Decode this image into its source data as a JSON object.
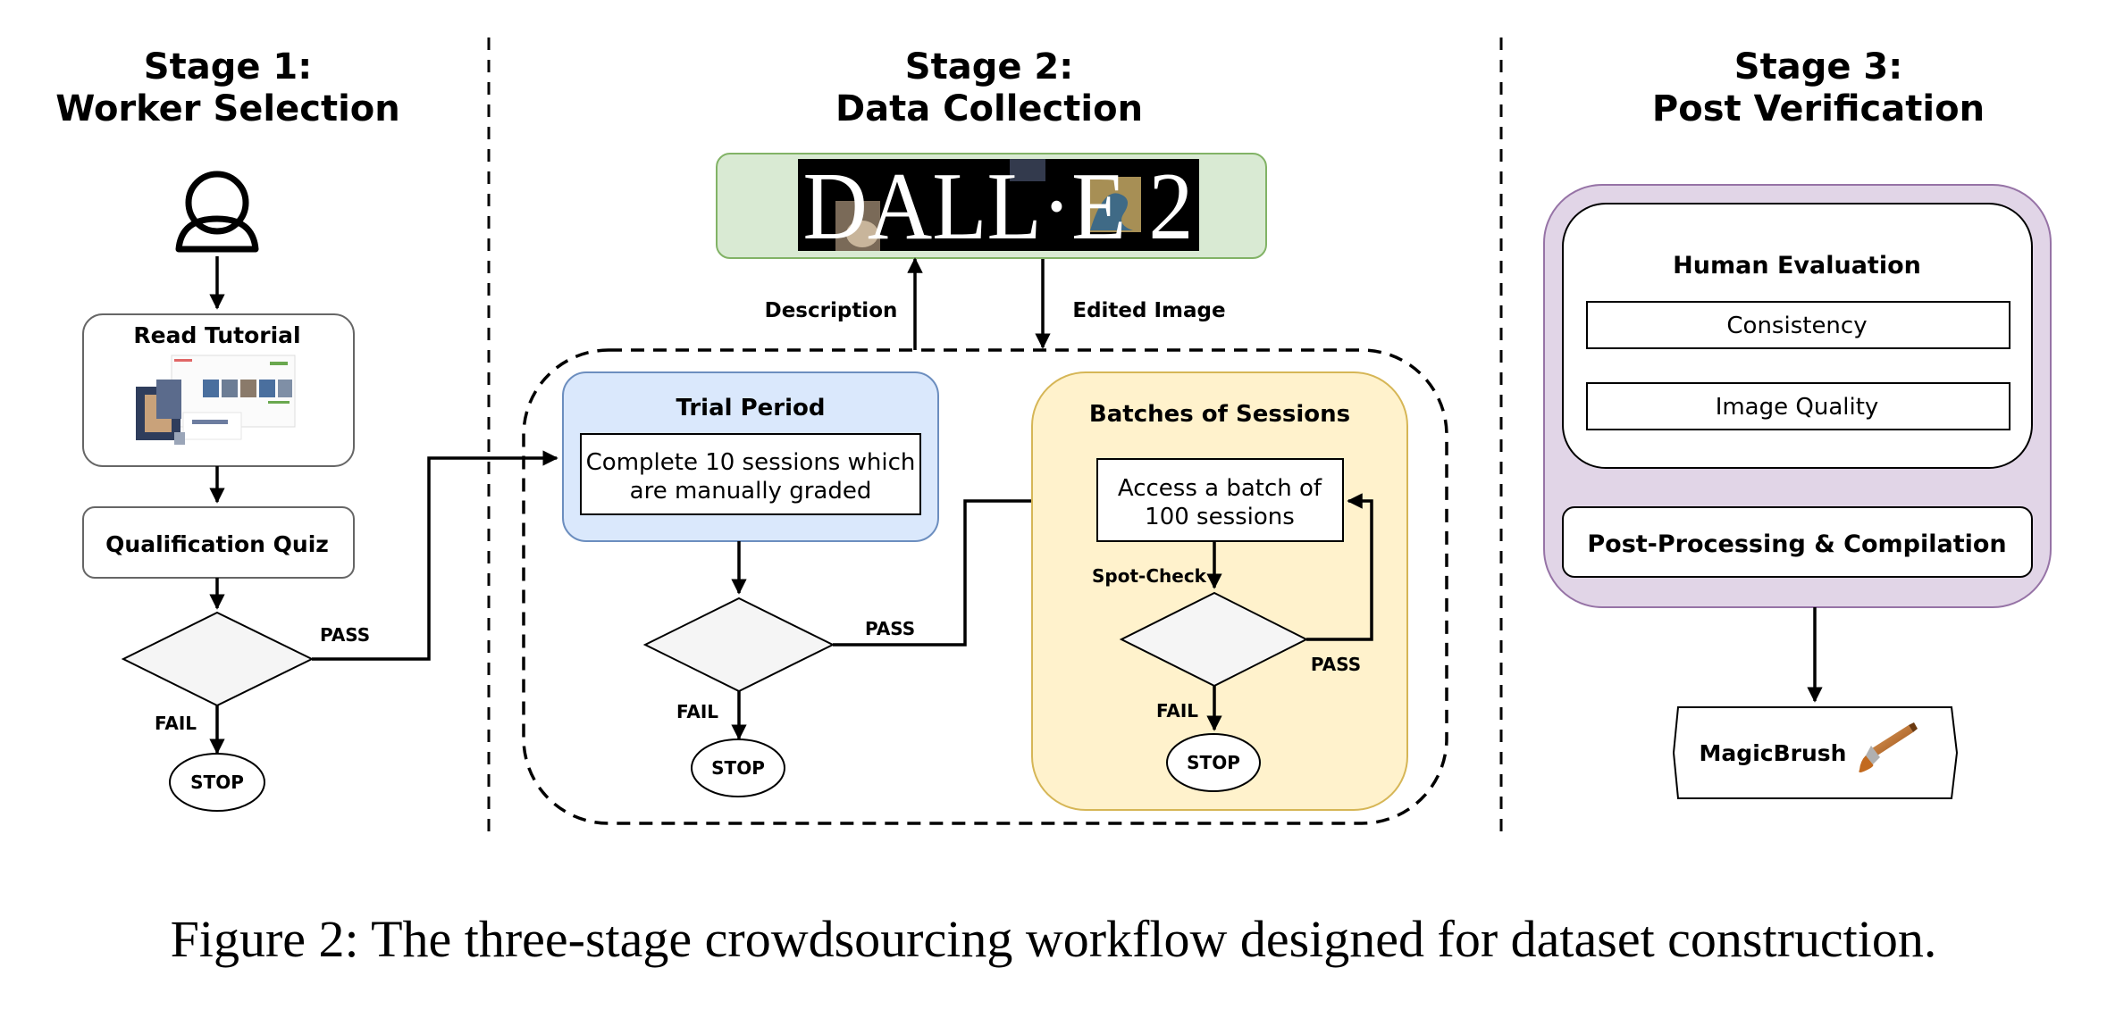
{
  "stages": [
    {
      "line1": "Stage 1:",
      "line2": "Worker Selection"
    },
    {
      "line1": "Stage 2:",
      "line2": "Data Collection"
    },
    {
      "line1": "Stage 3:",
      "line2": "Post Verification"
    }
  ],
  "stage1": {
    "read_tutorial": "Read Tutorial",
    "qualification_quiz": "Qualification Quiz",
    "pass": "PASS",
    "fail": "FAIL",
    "stop": "STOP"
  },
  "stage2": {
    "dalle_logo": "DALL·E 2",
    "description": "Description",
    "edited_image": "Edited Image",
    "trial_period": {
      "title": "Trial Period",
      "text_line1": "Complete 10 sessions which",
      "text_line2": "are manually graded",
      "pass": "PASS",
      "fail": "FAIL",
      "stop": "STOP"
    },
    "batches": {
      "title": "Batches of Sessions",
      "text_line1": "Access a batch of",
      "text_line2": "100 sessions",
      "spot_check": "Spot-Check",
      "pass": "PASS",
      "fail": "FAIL",
      "stop": "STOP"
    }
  },
  "stage3": {
    "human_evaluation": "Human Evaluation",
    "consistency": "Consistency",
    "image_quality": "Image Quality",
    "post_processing": "Post-Processing & Compilation",
    "magicbrush": "MagicBrush"
  },
  "caption": "Figure 2: The three-stage crowdsourcing workflow designed for dataset construction.",
  "colors": {
    "dalle_box_fill": "#d9ead3",
    "dalle_box_stroke": "#82b366",
    "trial_fill": "#dae8fc",
    "trial_stroke": "#6c8ebf",
    "batches_fill": "#fff2cc",
    "batches_stroke": "#d6b656",
    "stage3_fill": "#e1d5e7",
    "stage3_stroke": "#9673a6",
    "diamond_fill": "#f5f5f5"
  },
  "icons": [
    "user-icon",
    "brush-icon"
  ]
}
